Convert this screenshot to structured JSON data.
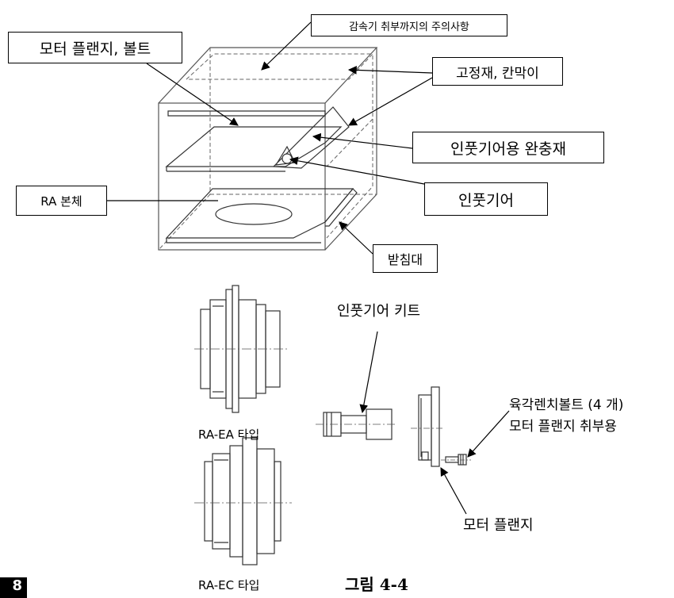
{
  "labels": {
    "reducer_note": "감속기 취부까지의 주의사항",
    "motor_flange_bolt": "모터 플랜지, 볼트",
    "fixing_partition": "고정재, 칸막이",
    "input_gear_cushion": "인풋기어용 완충재",
    "input_gear": "인풋기어",
    "ra_body": "RA 본체",
    "support": "받침대",
    "input_gear_kit": "인풋기어 키트",
    "hex_bolt": "육각렌치볼트 (4 개)",
    "hex_bolt_use": "모터 플랜지 취부용",
    "motor_flange": "모터 플랜지",
    "ra_ea_type": "RA-EA 타입",
    "ra_ec_type": "RA-EC 타입",
    "figure_caption": "그림 4-4",
    "side_tab": "8"
  },
  "colors": {
    "line": "#000000",
    "dashed": "#666666",
    "centerline": "#555555",
    "tab_bg": "#000000"
  }
}
